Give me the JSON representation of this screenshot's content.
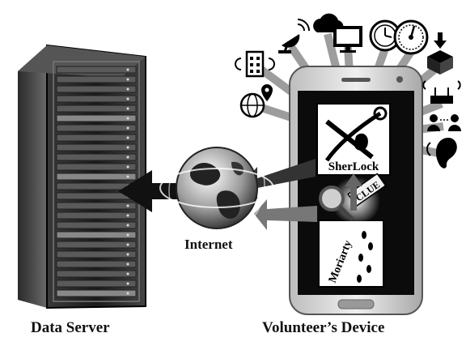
{
  "labels": {
    "data_server": "Data Server",
    "volunteer_device": "Volunteer’s Device",
    "internet": "Internet",
    "sherlock": "SherLock",
    "clue": "CLUE",
    "moriarty": "Moriarty"
  },
  "sensor_icons": [
    "building-icon",
    "satellite-dish-icon",
    "cloud-icon",
    "monitor-icon",
    "clock-icon",
    "gauge-icon",
    "download-box-icon",
    "globe-pin-icon",
    "wifi-router-icon",
    "people-icon",
    "ear-icon"
  ],
  "colors": {
    "ink": "#111111",
    "phone_body": "#d9d9d9",
    "screen": "#0b0b0b",
    "ray": "#8c8c8c",
    "arrow": "#222222"
  }
}
